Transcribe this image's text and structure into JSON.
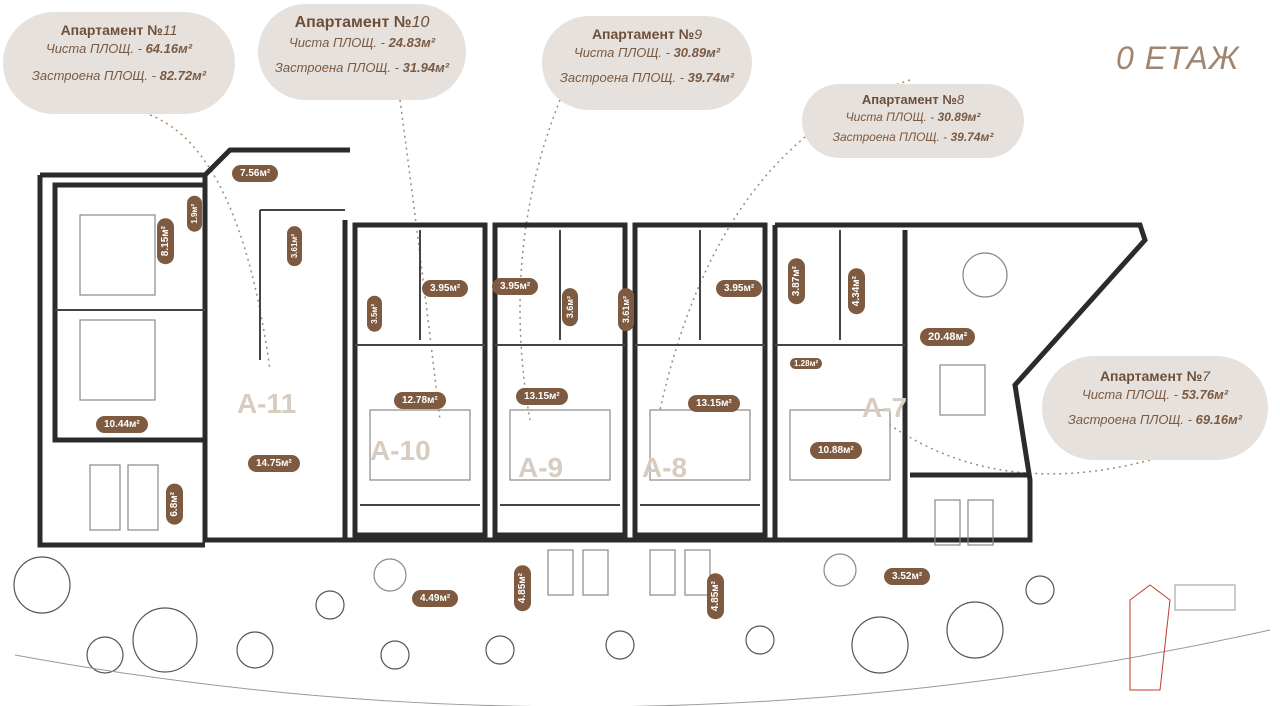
{
  "floor_label": "0 ЕТАЖ",
  "colors": {
    "accent": "#7d5a40",
    "bubble": "#e6e1dc",
    "wall": "#2b2b2b",
    "path": "#a5896f"
  },
  "apartments": [
    {
      "title": "Апартамент №",
      "num": "11",
      "net_label": "Чиста ПЛОЩ. - ",
      "net": "64.16м²",
      "gross_label": "Застроена ПЛОЩ. - ",
      "gross": "82.72м²"
    },
    {
      "title": "Апартамент №",
      "num": "10",
      "net_label": "Чиста ПЛОЩ. - ",
      "net": "24.83м²",
      "gross_label": "Застроена ПЛОЩ. - ",
      "gross": "31.94м²"
    },
    {
      "title": "Апартамент №",
      "num": "9",
      "net_label": "Чиста ПЛОЩ. - ",
      "net": "30.89м²",
      "gross_label": "Застроена ПЛОЩ. - ",
      "gross": "39.74м²"
    },
    {
      "title": "Апартамент №",
      "num": "8",
      "net_label": "Чиста ПЛОЩ. - ",
      "net": "30.89м²",
      "gross_label": "Застроена ПЛОЩ. - ",
      "gross": "39.74м²"
    },
    {
      "title": "Апартамент №",
      "num": "7",
      "net_label": "Чиста ПЛОЩ. - ",
      "net": "53.76м²",
      "gross_label": "Застроена ПЛОЩ. - ",
      "gross": "69.16м²"
    }
  ],
  "unit_labels": [
    "А-11",
    "А-10",
    "А-9",
    "А-8",
    "А-7"
  ],
  "areas": [
    "7.56м²",
    "8.15м²",
    "10.44м²",
    "14.75м²",
    "6.8м²",
    "3.95м²",
    "12.78м²",
    "4.49м²",
    "3.95м²",
    "13.15м²",
    "4.85м²",
    "13.15м²",
    "3.95м²",
    "4.85м²",
    "4.34м²",
    "3.87м²",
    "20.48м²",
    "10.88м²",
    "3.52м²",
    "1.28м²",
    "3.6м²",
    "3.61м²",
    "3.61м²",
    "1.9м²",
    "3.5м²"
  ]
}
